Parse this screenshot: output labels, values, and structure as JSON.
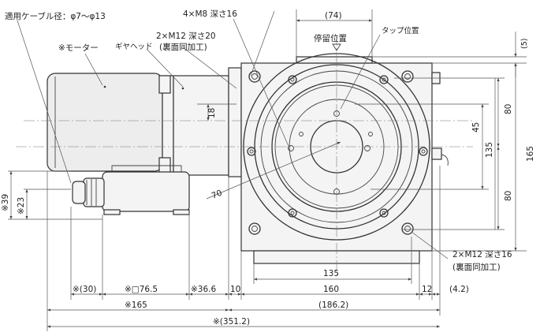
{
  "drawing": {
    "labels": {
      "cable_diameter": "適用ケーブル径：φ7〜φ13",
      "motor": "※モーター",
      "gear_head": "ギヤヘッド",
      "tap_m8": "4×M8 深さ16",
      "tap_m12_top_line1": "2×M12 深さ20",
      "tap_m12_top_line2": "(裏面同加工)",
      "stop_position": "停留位置",
      "tap_position": "タップ位置",
      "tap_m12_bottom_line1": "2×M12 深さ16",
      "tap_m12_bottom_line2": "(裏面同加工)"
    },
    "dimensions": {
      "top_74": "(74)",
      "top_5": "(5)",
      "right_80_upper": "80",
      "right_45": "45",
      "right_135": "135",
      "right_165": "165",
      "right_80_lower": "80",
      "offset_18": "18",
      "radius_70": "70",
      "left_39": "※39",
      "left_23": "※23",
      "bottom_135": "135",
      "bottom_160": "160",
      "bottom_30": "※(30)",
      "bottom_76_5": "※□76.5",
      "bottom_36_6": "※36.6",
      "bottom_10": "10",
      "bottom_12": "12",
      "bottom_4_2": "(4.2)",
      "bottom_165": "※165",
      "bottom_186_2": "(186.2)",
      "bottom_351_2": "※(351.2)"
    }
  }
}
